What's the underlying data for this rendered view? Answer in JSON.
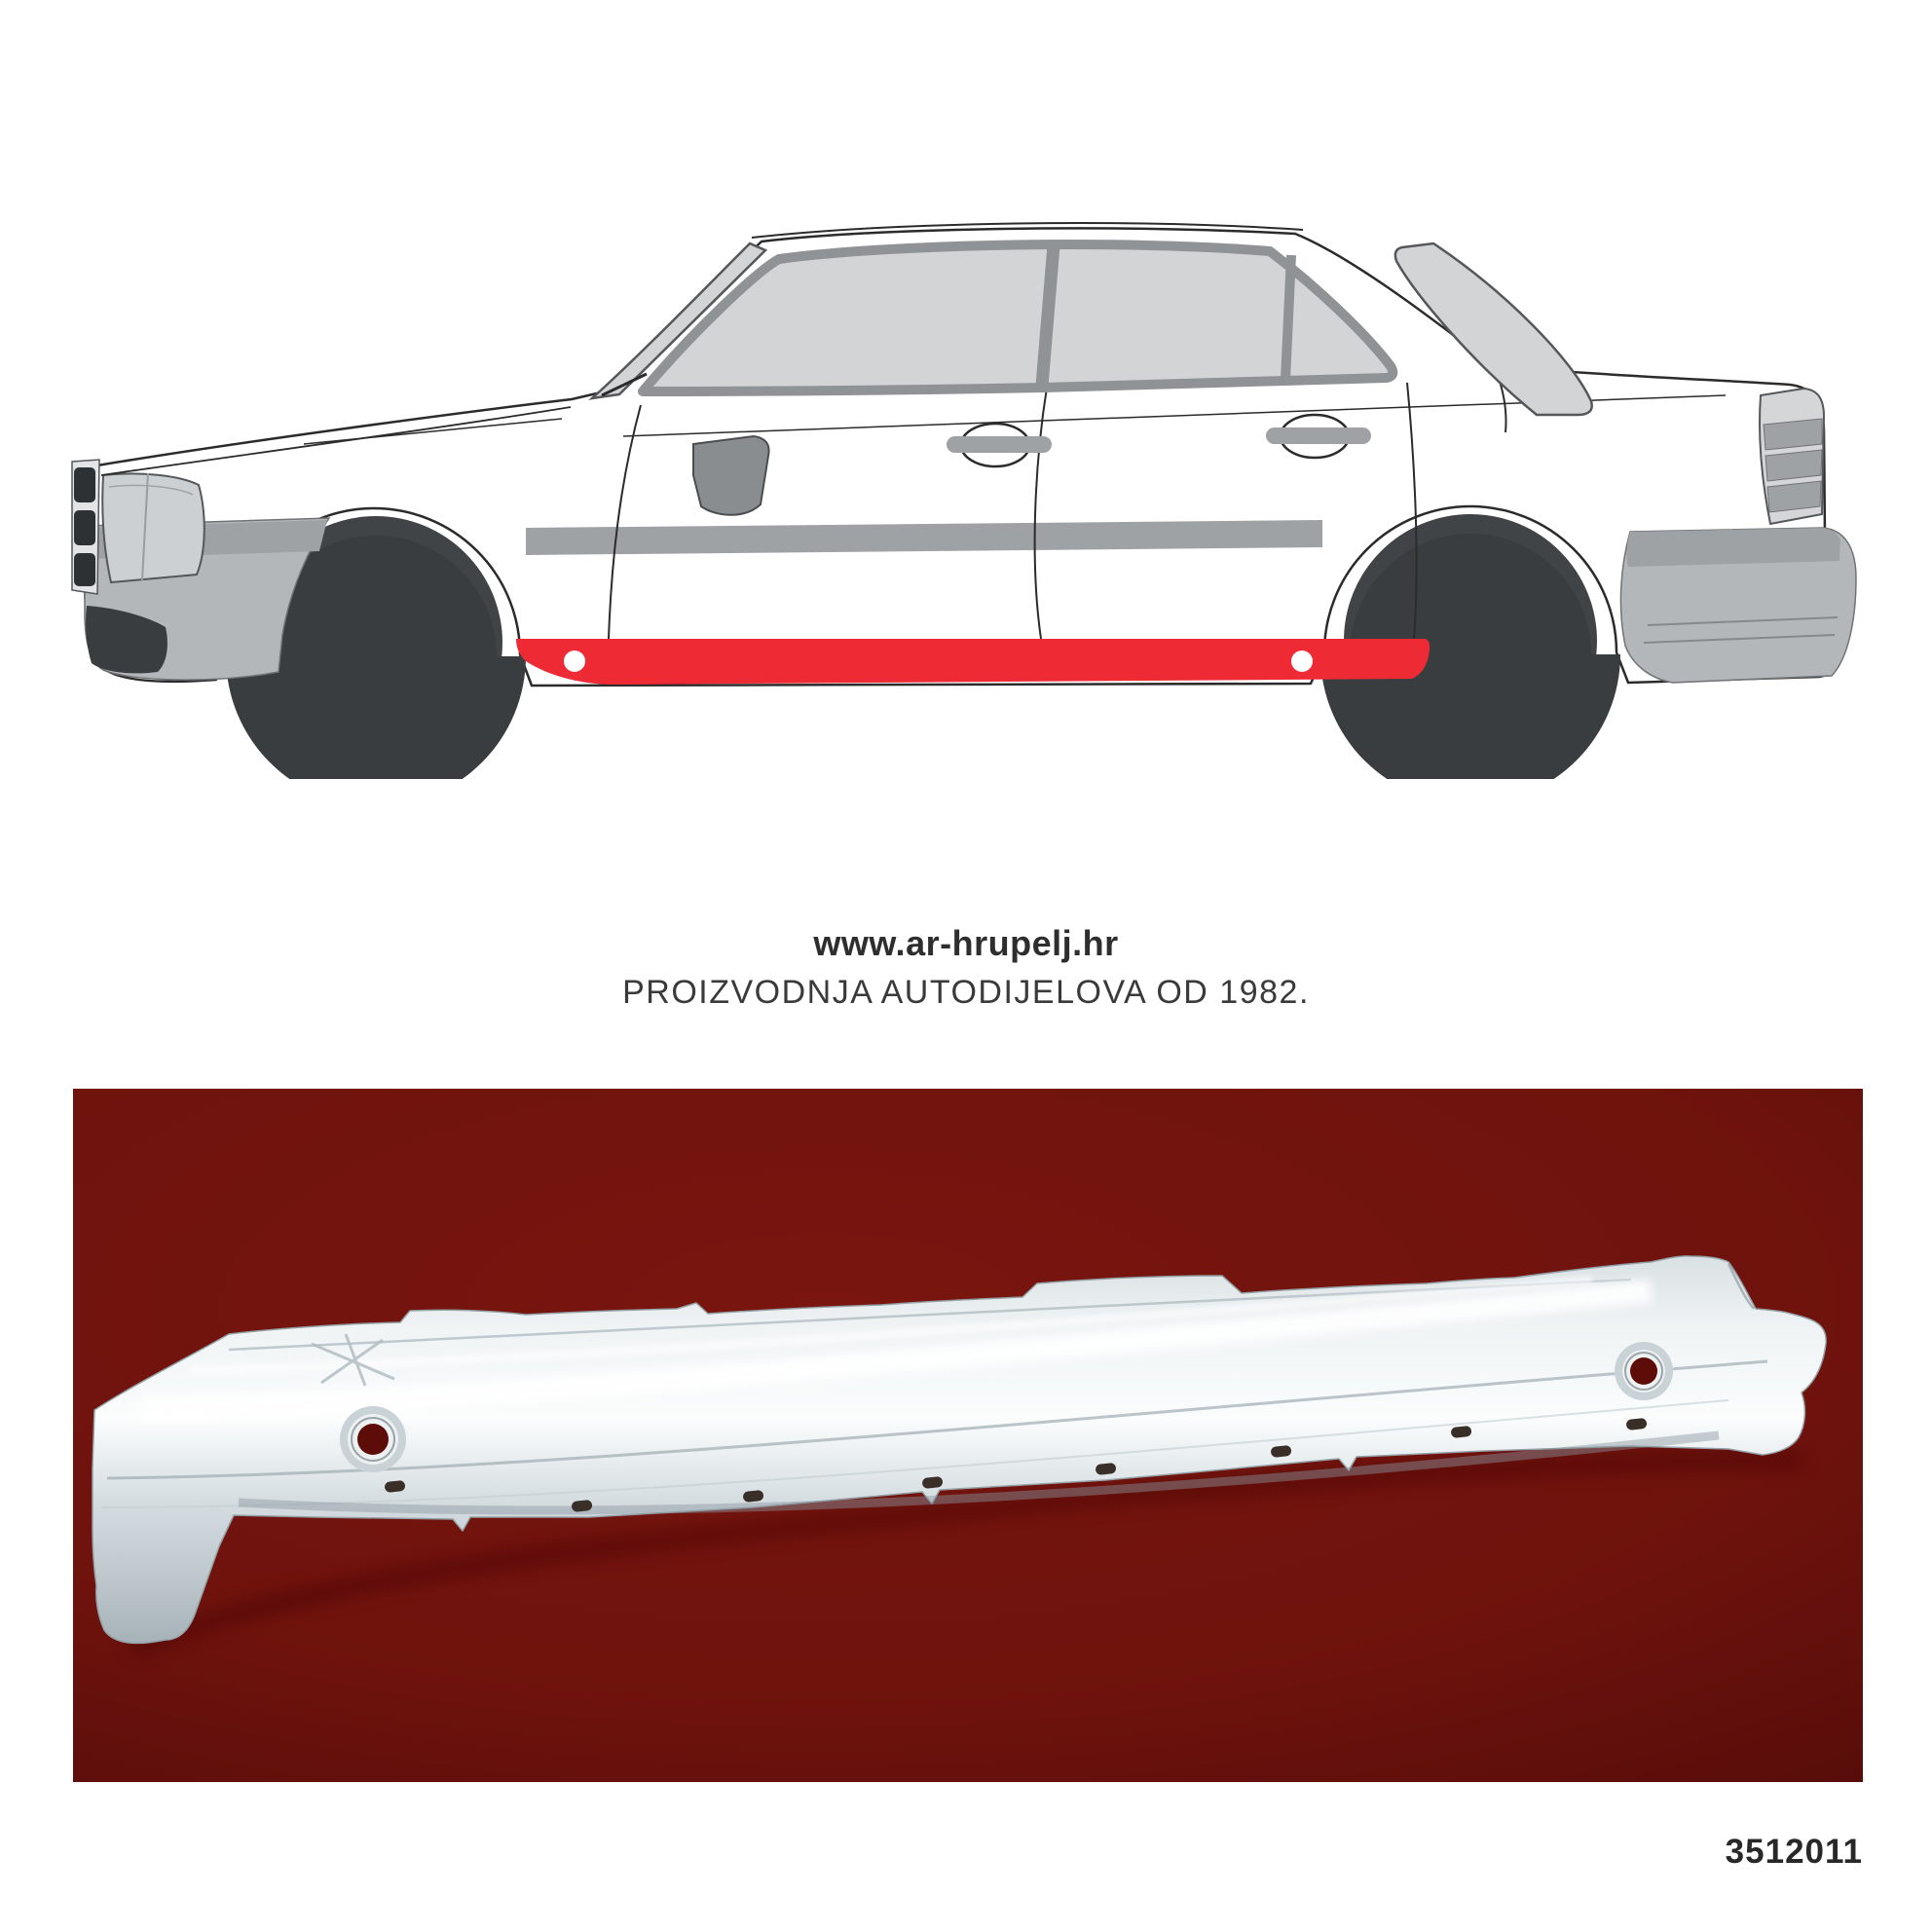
{
  "brand": {
    "website": "www.ar-hrupelj.hr",
    "tagline": "PROIZVODNJA AUTODIJELOVA OD 1982."
  },
  "part": {
    "number": "3512011"
  },
  "figures": {
    "car_illustration": "sedan-side-view-with-sill-highlighted",
    "product_photo": "rocker-sill-panel-photo"
  },
  "colors": {
    "sill_highlight_red": "#EE2B35",
    "photo_background_maroon": "#7A150F",
    "car_body": "#FFFFFF",
    "car_outline": "#2B2B2B",
    "glass_gray": "#D2D4D6",
    "window_frame_gray": "#8F9396",
    "molding_gray": "#9EA2A4",
    "bumper_gray": "#B4B7B9",
    "wheel_arch_dark": "#3A3D3F",
    "text_dark": "#2E2E2E"
  }
}
